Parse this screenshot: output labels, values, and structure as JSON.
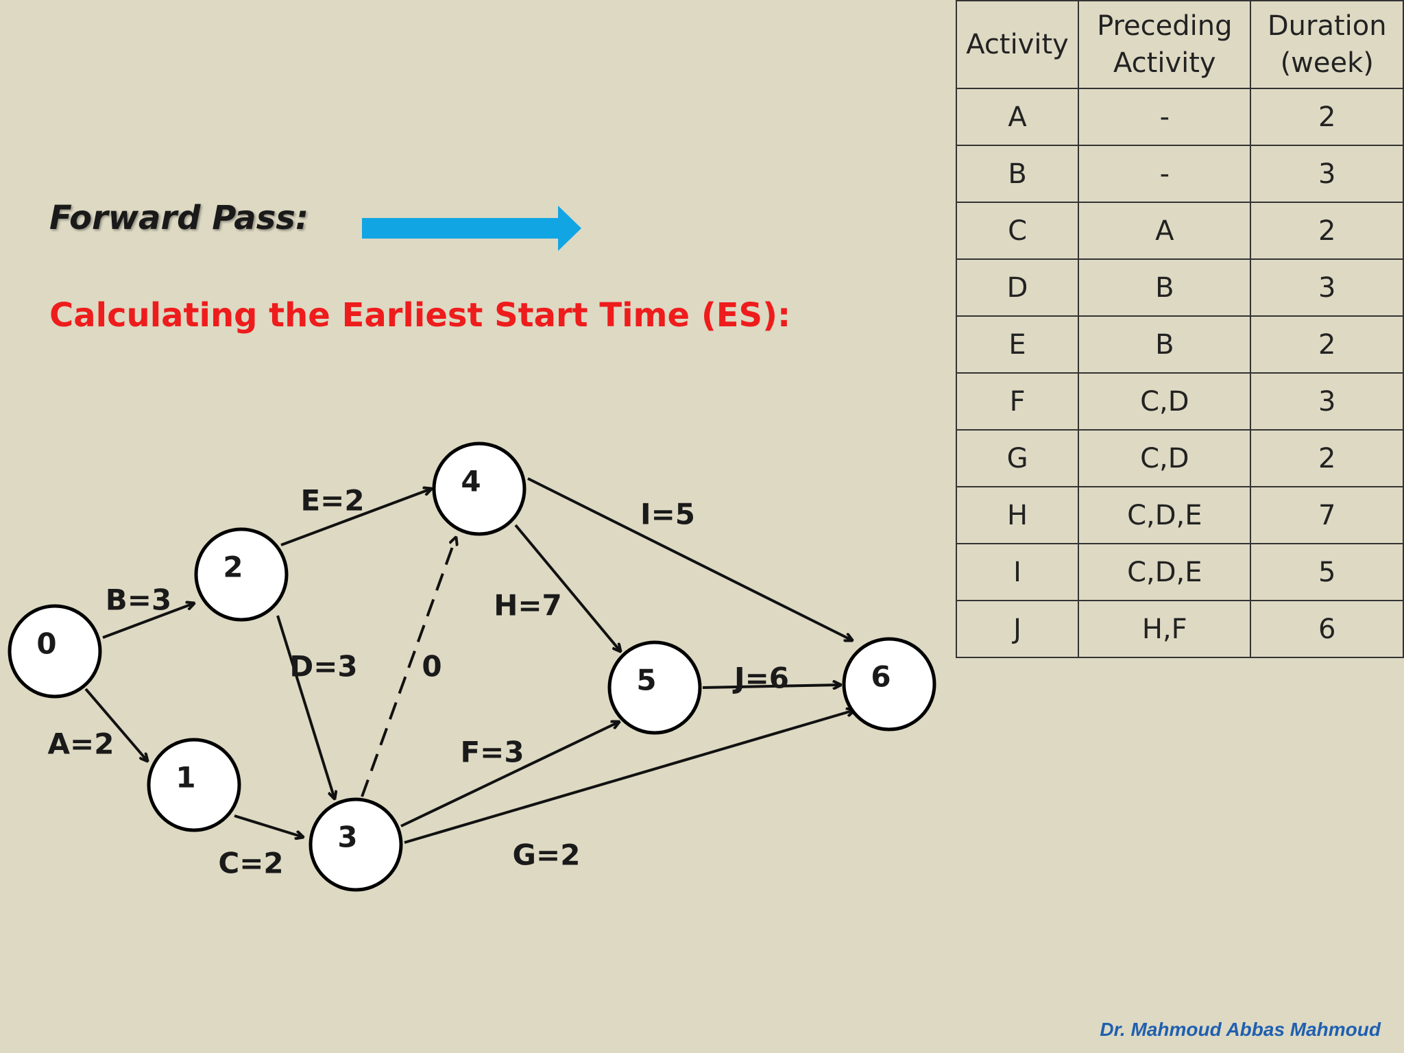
{
  "headings": {
    "forward_pass": "Forward Pass:",
    "es_title": "Calculating the Earliest Start Time (ES):"
  },
  "colors": {
    "background": "#ddd9c3",
    "heading_red": "#ee1c1c",
    "arrow_blue": "#12a5e3",
    "author_blue": "#1f5fb0"
  },
  "table": {
    "headers": [
      "Activity",
      "Preceding Activity",
      "Duration (week)"
    ],
    "header_lines": [
      [
        "Activity"
      ],
      [
        "Preceding",
        "Activity"
      ],
      [
        "Duration",
        "(week)"
      ]
    ],
    "rows": [
      [
        "A",
        "-",
        "2"
      ],
      [
        "B",
        "-",
        "3"
      ],
      [
        "C",
        "A",
        "2"
      ],
      [
        "D",
        "B",
        "3"
      ],
      [
        "E",
        "B",
        "2"
      ],
      [
        "F",
        "C,D",
        "3"
      ],
      [
        "G",
        "C,D",
        "2"
      ],
      [
        "H",
        "C,D,E",
        "7"
      ],
      [
        "I",
        "C,D,E",
        "5"
      ],
      [
        "J",
        "H,F",
        "6"
      ]
    ]
  },
  "network": {
    "nodes": [
      "0",
      "1",
      "2",
      "3",
      "4",
      "5",
      "6"
    ],
    "edges": [
      {
        "from": "0",
        "to": "2",
        "label": "B=3",
        "dashed": false
      },
      {
        "from": "0",
        "to": "1",
        "label": "A=2",
        "dashed": false
      },
      {
        "from": "2",
        "to": "4",
        "label": "E=2",
        "dashed": false
      },
      {
        "from": "2",
        "to": "3",
        "label": "D=3",
        "dashed": false
      },
      {
        "from": "1",
        "to": "3",
        "label": "C=2",
        "dashed": false
      },
      {
        "from": "3",
        "to": "4",
        "label": "0",
        "dashed": true
      },
      {
        "from": "4",
        "to": "6",
        "label": "I=5",
        "dashed": false
      },
      {
        "from": "4",
        "to": "5",
        "label": "H=7",
        "dashed": false
      },
      {
        "from": "3",
        "to": "5",
        "label": "F=3",
        "dashed": false
      },
      {
        "from": "5",
        "to": "6",
        "label": "J=6",
        "dashed": false
      },
      {
        "from": "3",
        "to": "6",
        "label": "G=2",
        "dashed": false
      }
    ]
  },
  "footer": {
    "author": "Dr. Mahmoud Abbas Mahmoud"
  }
}
